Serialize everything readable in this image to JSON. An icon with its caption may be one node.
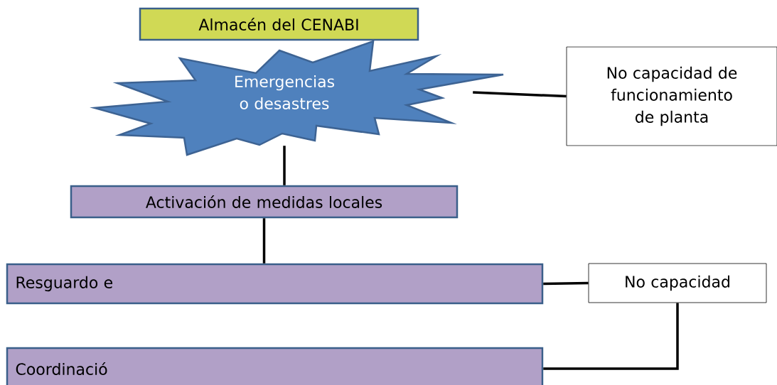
{
  "diagram": {
    "nodes": [
      {
        "text": [
          "Almacén del CENABI"
        ]
      },
      {
        "text": [
          "Emergencias o desastres"
        ]
      },
      {
        "text": [
          "No capacidad de funcionamiento de planta"
        ]
      },
      {
        "text": [
          "Activación de medidas locales"
        ]
      },
      {
        "text": [
          "Resguardo e"
        ]
      },
      {
        "text": [
          "No capacidad"
        ]
      },
      {
        "text": [
          "Coordinació"
        ]
      }
    ],
    "edges": [
      {
        "from": 1,
        "to": 2,
        "arrow": "none"
      },
      {
        "from": 1,
        "to": 3,
        "arrow": "none"
      },
      {
        "from": 3,
        "to": 4,
        "arrow": "none"
      },
      {
        "from": 4,
        "to": 5,
        "arrow": "none"
      },
      {
        "from": 5,
        "to": 6,
        "arrow": "none"
      }
    ]
  }
}
